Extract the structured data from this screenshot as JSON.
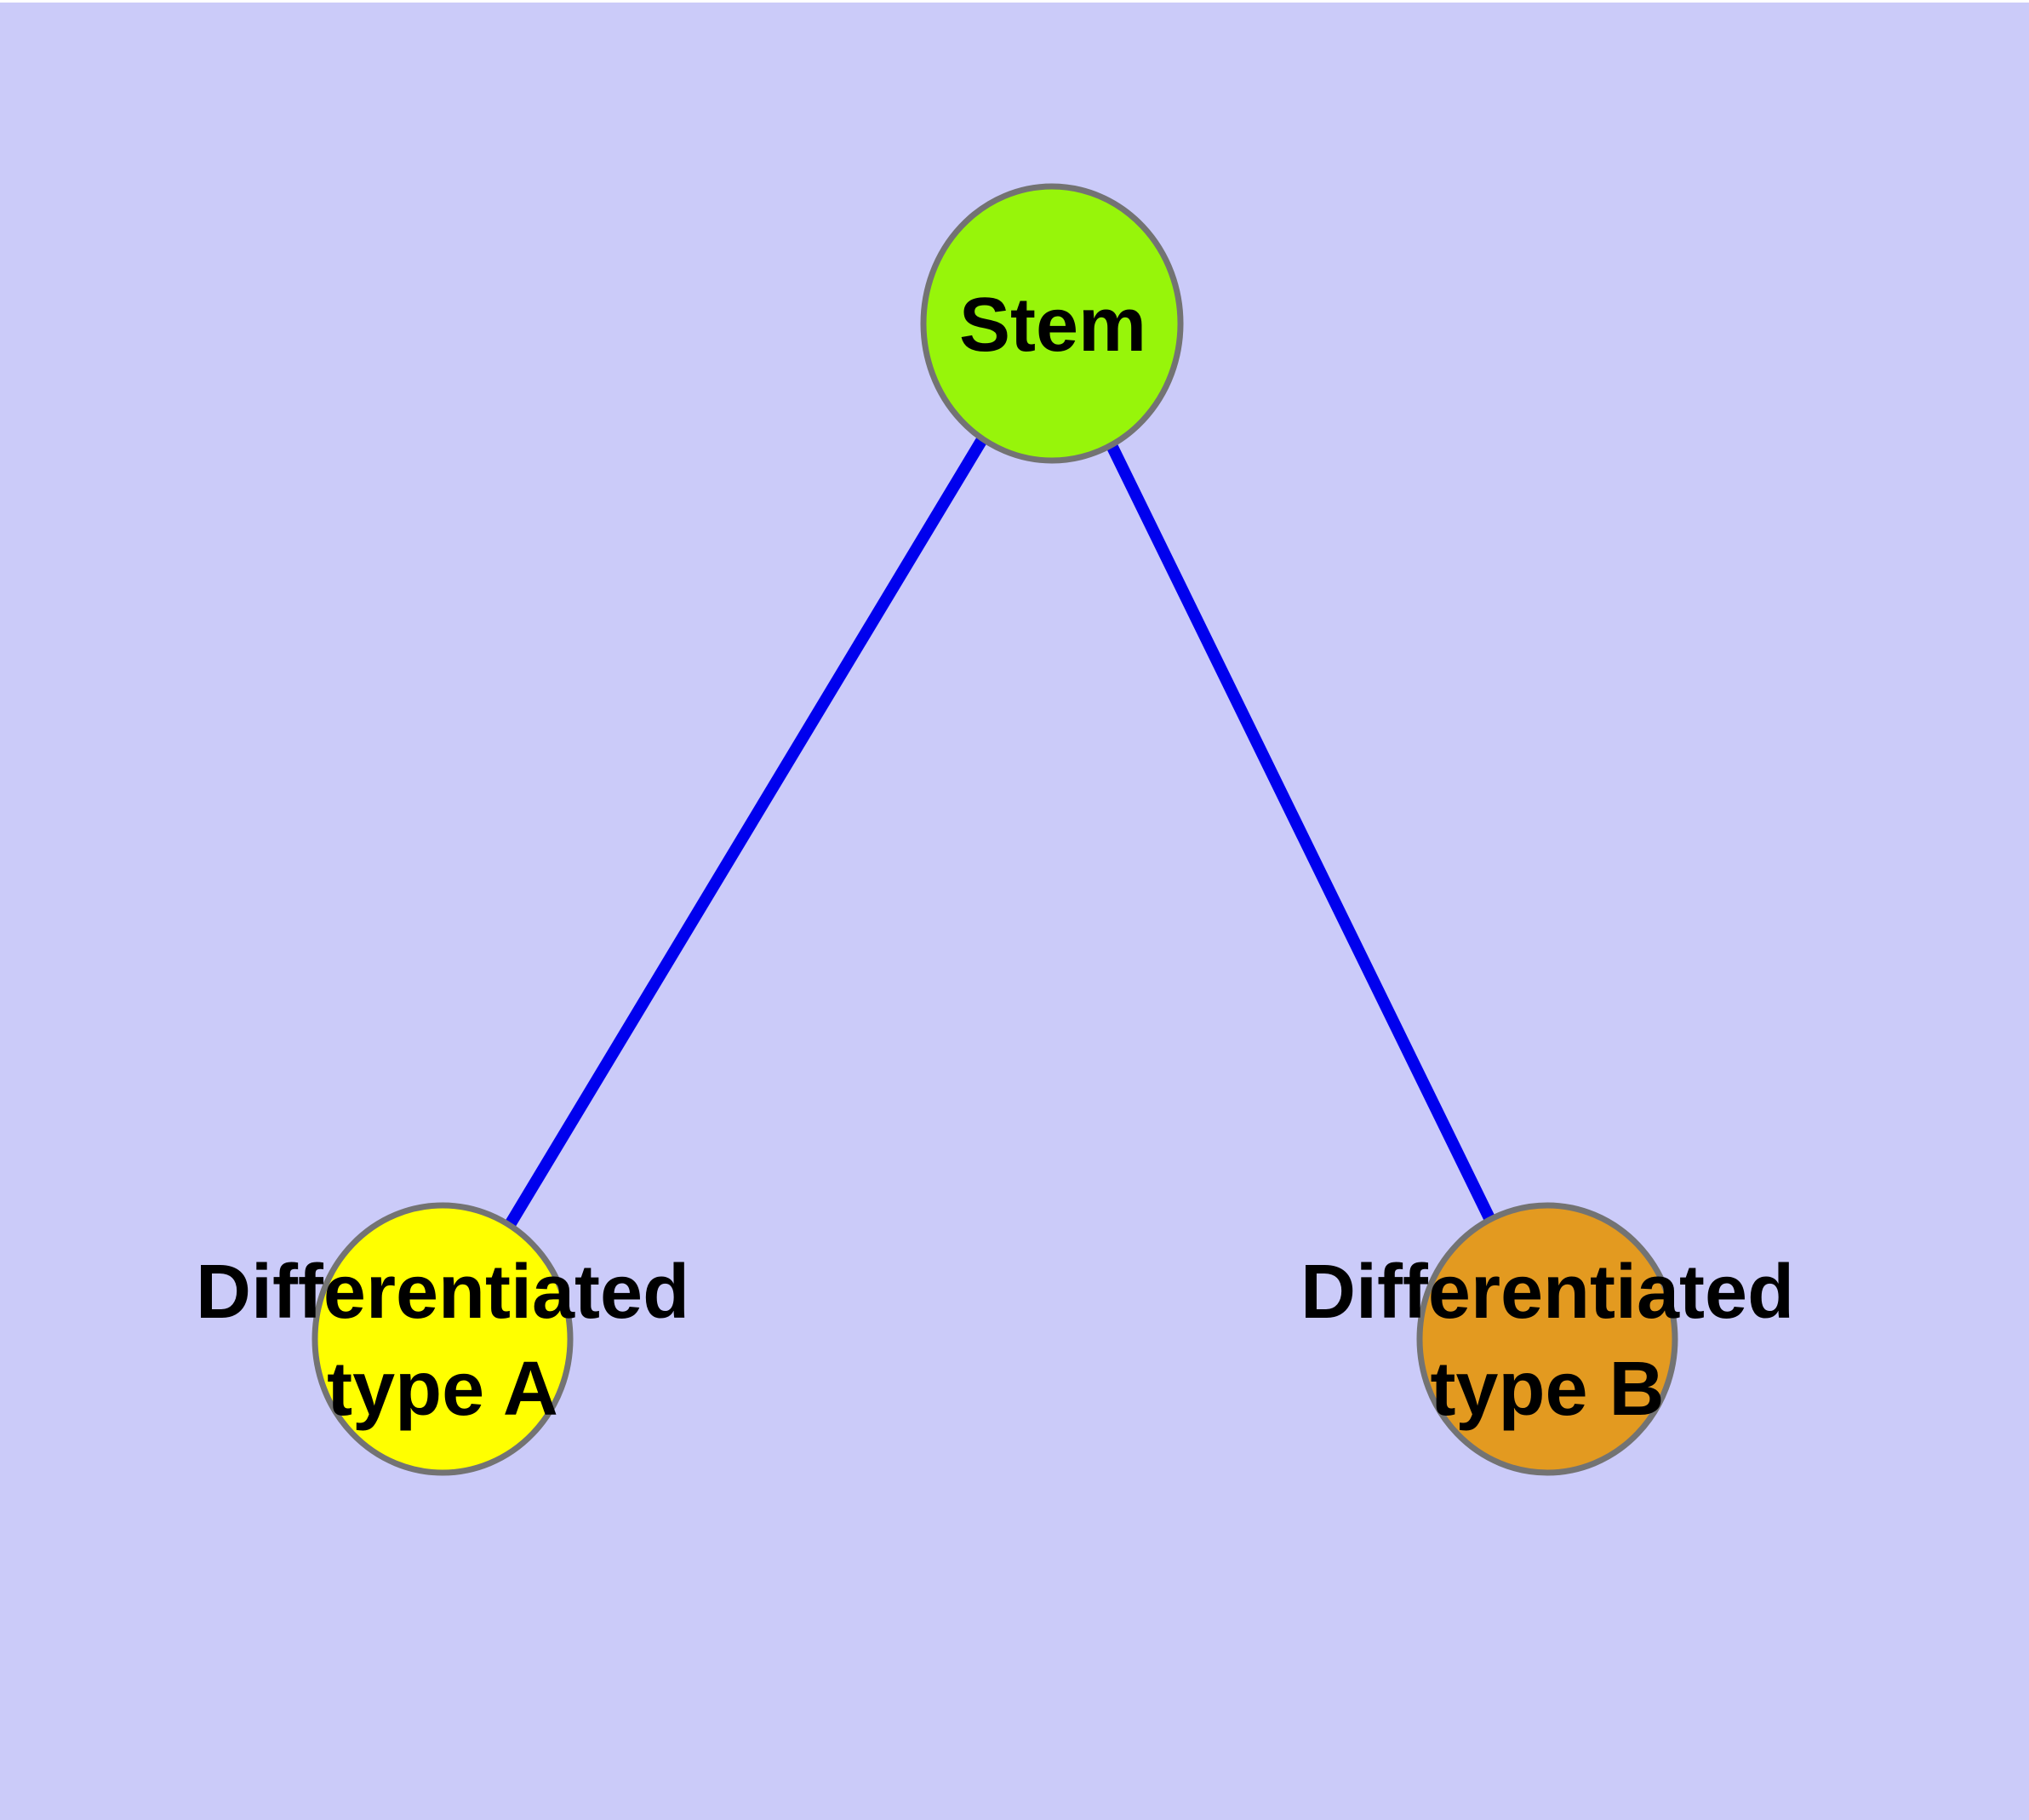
{
  "figure": {
    "background_color": "#CBCBF9",
    "top_strip_color": "#FFFFFF",
    "edge_color": "#0000EE",
    "node_border_color": "#737373",
    "label_color": "#000000",
    "nodes": [
      {
        "id": "stem",
        "label_line1": "Stem",
        "label_line2": "",
        "fill": "#97F50A"
      },
      {
        "id": "differentiated-a",
        "label_line1": "Differentiated",
        "label_line2": "type A",
        "fill": "#FFFF00"
      },
      {
        "id": "differentiated-b",
        "label_line1": "Differentiated",
        "label_line2": "type B",
        "fill": "#E39A20"
      }
    ],
    "edges": [
      {
        "from": "Stem",
        "to": "Differentiated type A"
      },
      {
        "from": "Stem",
        "to": "Differentiated type B"
      }
    ]
  }
}
